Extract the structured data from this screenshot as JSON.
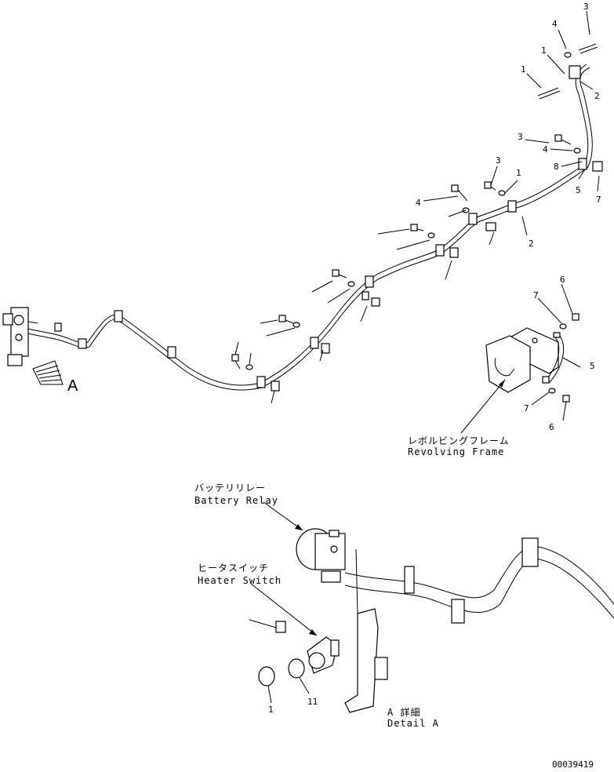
{
  "view_arrow": {
    "label": "A"
  },
  "callouts": {
    "revolving_frame": {
      "jp": "レボルビングフレーム",
      "en": "Revolving  Frame"
    },
    "battery_relay": {
      "jp": "バッテリリレー",
      "en": "Battery Relay"
    },
    "heater_switch": {
      "jp": "ヒータスイッチ",
      "en": "Heater Switch"
    },
    "detail": {
      "jp": "A  詳細",
      "en": "Detail A"
    }
  },
  "part_numbers": {
    "p_top_3": "3",
    "p_top_4": "4",
    "p_top_1a": "1",
    "p_top_1b": "1",
    "p_top_2": "2",
    "p_mid_3": "3",
    "p_mid_4": "4",
    "p_mid_8": "8",
    "p_mid_5": "5",
    "p_mid_7": "7",
    "p_c_3": "3",
    "p_c_4": "4",
    "p_c_1": "1",
    "p_c_2": "2",
    "p_rf_6a": "6",
    "p_rf_7a": "7",
    "p_rf_5": "5",
    "p_rf_7b": "7",
    "p_rf_6b": "6",
    "p_d_1": "1",
    "p_d_11": "11"
  },
  "drawing_number": "00039419"
}
